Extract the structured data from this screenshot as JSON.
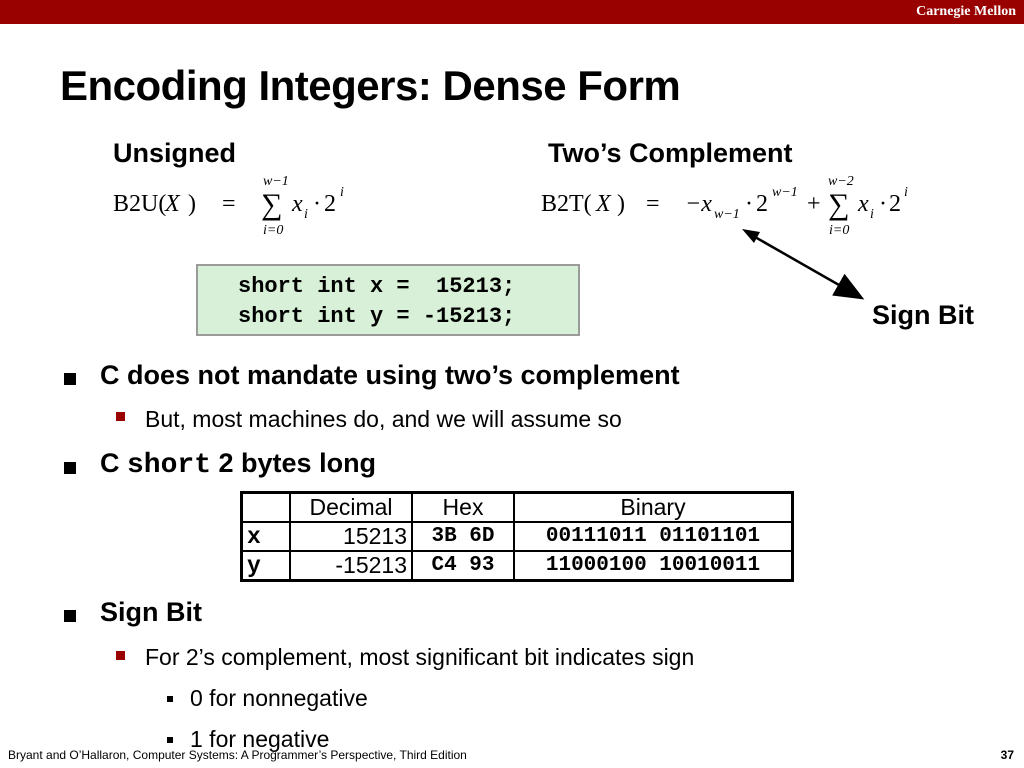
{
  "header": {
    "brand": "Carnegie Mellon"
  },
  "slide": {
    "title": "Encoding Integers: Dense Form",
    "unsigned_heading": "Unsigned",
    "twos_heading": "Two’s Complement",
    "b2u": {
      "lhs_prefix": "B2U(",
      "lhs_var": "X",
      "lhs_suffix": ")",
      "equals": "=",
      "sum_top": "w−1",
      "sum_bottom": "i=0",
      "sigma": "∑",
      "term_x": "x",
      "term_sub": "i",
      "term_dot": "·",
      "term_base": "2",
      "term_exp": "i"
    },
    "b2t": {
      "lhs_prefix": "B2T(",
      "lhs_var": "X",
      "lhs_suffix": ")",
      "equals": "=",
      "neg_x": "−x",
      "neg_sub": "w−1",
      "dot": "·",
      "base": "2",
      "exp": "w−1",
      "plus": "+",
      "sum_top": "w−2",
      "sum_bottom": "i=0",
      "sigma": "∑",
      "term_x": "x",
      "term_sub": "i",
      "term_base": "2",
      "term_exp": "i"
    },
    "code": {
      "line1": "short int x =  15213;",
      "line2": "short int y = -15213;"
    },
    "sign_bit_label": "Sign Bit",
    "bullets": {
      "b1_text": "C does not mandate using two’s complement",
      "b1_sub": "But, most machines do, and we will assume so",
      "b2_prefix": "C ",
      "b2_mono": "short",
      "b2_suffix": " 2 bytes long",
      "b3_text": "Sign Bit",
      "b3_sub": "For 2’s complement, most significant bit indicates sign",
      "b3_sub_a": "0 for nonnegative",
      "b3_sub_b": "1 for negative"
    },
    "table": {
      "headers": [
        "",
        "Decimal",
        "Hex",
        "Binary"
      ],
      "rows": [
        {
          "var": "x",
          "decimal": "15213",
          "hex": "3B 6D",
          "binary": "00111011 01101101"
        },
        {
          "var": "y",
          "decimal": "-15213",
          "hex": "C4 93",
          "binary": "11000100 10010011"
        }
      ]
    }
  },
  "footer": {
    "citation": "Bryant and O’Hallaron, Computer Systems: A Programmer’s Perspective, Third Edition",
    "page_number": "37"
  },
  "colors": {
    "brand_bar": "#990000",
    "code_bg": "#d7f0d7",
    "bullet_level2": "#990000"
  }
}
